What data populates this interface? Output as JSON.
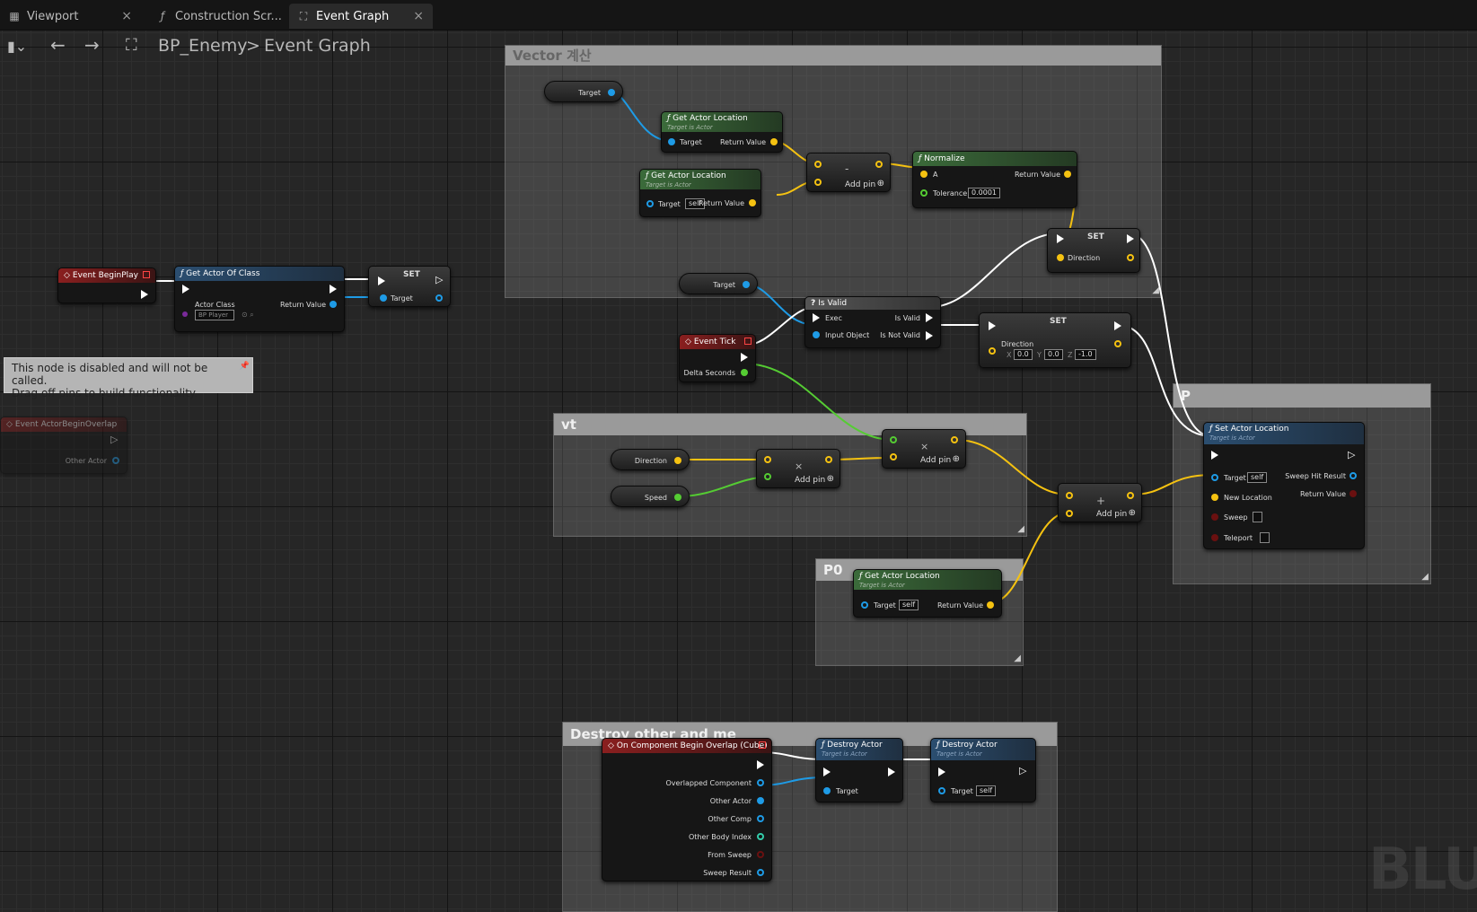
{
  "tabs": [
    {
      "label": "Viewport",
      "icon": "grid-icon",
      "close": "×"
    },
    {
      "label": "Construction Scr...",
      "icon": "function-icon"
    },
    {
      "label": "Event Graph",
      "icon": "graph-icon",
      "close": "×"
    }
  ],
  "breadcrumb": {
    "blueprint": "BP_Enemy",
    "separator": ">",
    "graph": "Event Graph"
  },
  "comments": {
    "vector": "Vector 계산",
    "vt": "vt",
    "p0": "P0",
    "p": "P",
    "destroy": "Destroy other and me"
  },
  "nodes": {
    "target_var": "Target",
    "get_actor_location_1": {
      "title": "Get Actor Location",
      "sub": "Target is Actor",
      "target": "Target",
      "ret": "Return Value"
    },
    "get_actor_location_2": {
      "title": "Get Actor Location",
      "sub": "Target is Actor",
      "target": "Target",
      "self": "self",
      "ret": "Return Value"
    },
    "subtract": {
      "op": "-",
      "add_pin": "Add pin"
    },
    "normalize": {
      "title": "Normalize",
      "a": "A",
      "ret": "Return Value",
      "tolerance": "Tolerance",
      "tolerance_value": "0.0001"
    },
    "set_direction": {
      "title": "SET",
      "pin": "Direction"
    },
    "event_begin_play": "Event BeginPlay",
    "get_actor_of_class": {
      "title": "Get Actor Of Class",
      "actor_class": "Actor Class",
      "class_value": "BP Player",
      "ret": "Return Value"
    },
    "set_target": {
      "title": "SET",
      "pin": "Target"
    },
    "tooltip": {
      "line1": "This node is disabled and will not be called.",
      "line2": "Drag off pins to build functionality."
    },
    "actor_begin_overlap": {
      "title": "Event ActorBeginOverlap",
      "other": "Other Actor"
    },
    "target_var2": "Target",
    "is_valid": {
      "title": "Is Valid",
      "exec": "Exec",
      "input": "Input Object",
      "valid": "Is Valid",
      "not_valid": "Is Not Valid"
    },
    "event_tick": {
      "title": "Event Tick",
      "delta": "Delta Seconds"
    },
    "set_direction2": {
      "title": "SET",
      "pin": "Direction",
      "x": "0.0",
      "y": "0.0",
      "z": "-1.0",
      "xl": "X",
      "yl": "Y",
      "zl": "Z"
    },
    "direction_var": "Direction",
    "speed_var": "Speed",
    "multiply1": {
      "op": "×",
      "add_pin": "Add pin"
    },
    "multiply2": {
      "op": "×",
      "add_pin": "Add pin"
    },
    "add": {
      "op": "+",
      "add_pin": "Add pin"
    },
    "get_actor_location_3": {
      "title": "Get Actor Location",
      "sub": "Target is Actor",
      "target": "Target",
      "self": "self",
      "ret": "Return Value"
    },
    "set_actor_location": {
      "title": "Set Actor Location",
      "sub": "Target is Actor",
      "target": "Target",
      "self": "self",
      "new_loc": "New Location",
      "sweep": "Sweep",
      "teleport": "Teleport",
      "sweep_hit": "Sweep Hit Result",
      "ret": "Return Value"
    },
    "on_overlap": {
      "title": "On Component Begin Overlap (Cube)",
      "pins": [
        "Overlapped Component",
        "Other Actor",
        "Other Comp",
        "Other Body Index",
        "From Sweep",
        "Sweep Result"
      ]
    },
    "destroy1": {
      "title": "Destroy Actor",
      "sub": "Target is Actor",
      "target": "Target"
    },
    "destroy2": {
      "title": "Destroy Actor",
      "sub": "Target is Actor",
      "target": "Target",
      "self": "self"
    }
  },
  "watermark": "BLUE",
  "colors": {
    "exec": "#ffffff",
    "object": "#1e9be6",
    "vector": "#f5c211",
    "float": "#55cc33",
    "bool": "#a01515"
  }
}
